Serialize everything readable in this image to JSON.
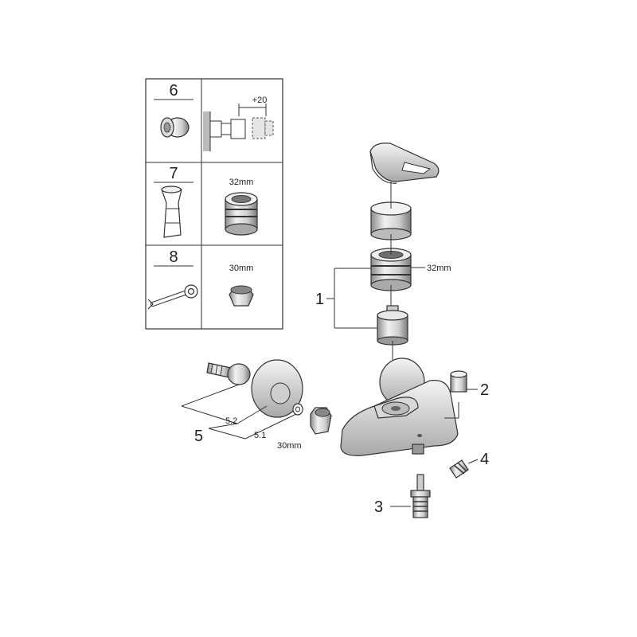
{
  "tools": {
    "row6": {
      "number": "6",
      "dimension": "+20"
    },
    "row7": {
      "number": "7",
      "dimension": "32mm"
    },
    "row8": {
      "number": "8",
      "dimension": "30mm"
    }
  },
  "callouts": {
    "p1": "1",
    "p2": "2",
    "p3": "3",
    "p4": "4",
    "p5": "5",
    "p5_1": "5.1",
    "p5_2": "5.2",
    "cartridge_dim": "32mm",
    "nut_dim": "30mm"
  },
  "colors": {
    "line": "#333333",
    "part_fill": "#e6e6e6",
    "part_dark": "#9a9a9a",
    "background": "#ffffff"
  }
}
